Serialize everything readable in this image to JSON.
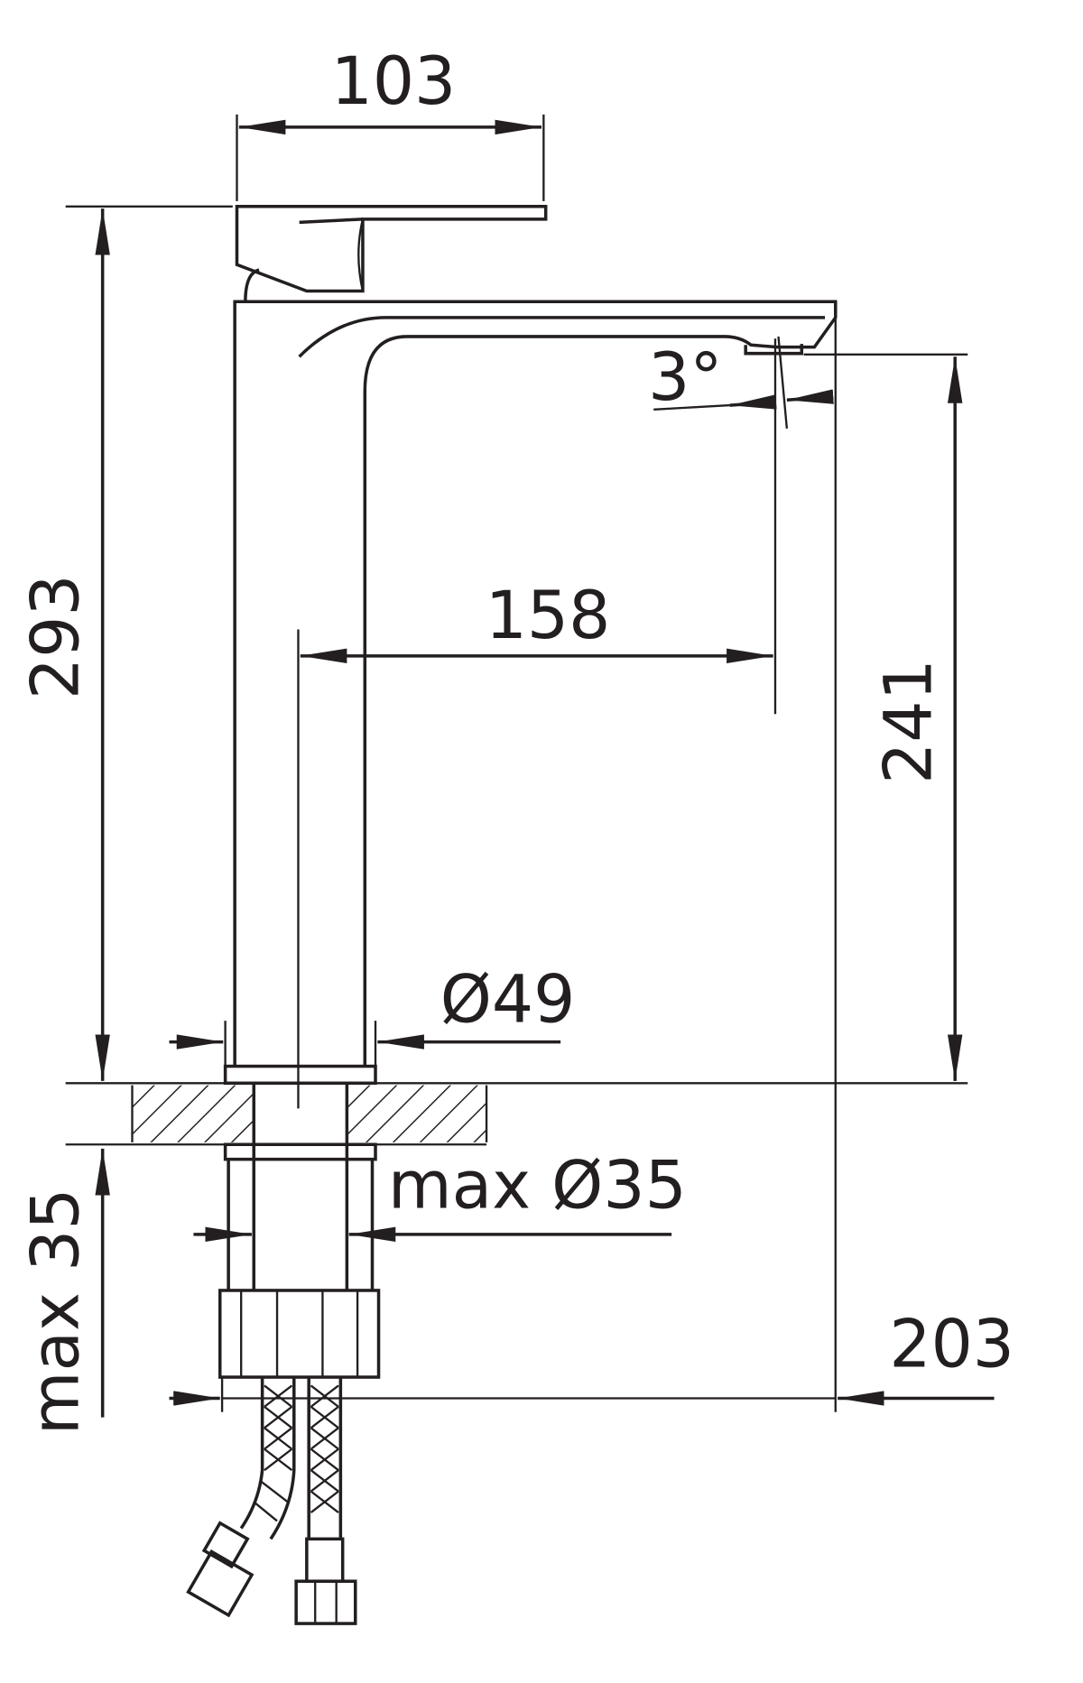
{
  "drawing": {
    "dimensions": {
      "handle_length": "103",
      "total_height": "293",
      "spout_angle": "3°",
      "spout_reach": "158",
      "spout_height": "241",
      "body_diameter": "Ø49",
      "max_hole_diameter": "max Ø35",
      "max_counter_thickness": "max 35",
      "total_depth": "203"
    },
    "colors": {
      "line": "#231f20",
      "background": "#ffffff"
    }
  }
}
